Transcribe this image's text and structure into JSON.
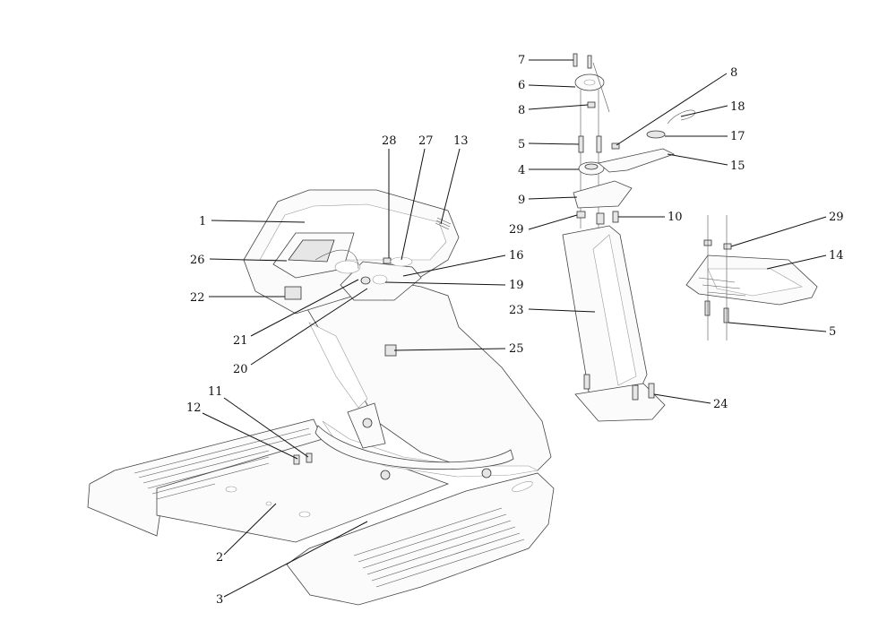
{
  "diagram": {
    "callouts": [
      {
        "label": "1"
      },
      {
        "label": "26"
      },
      {
        "label": "22"
      },
      {
        "label": "21"
      },
      {
        "label": "20"
      },
      {
        "label": "28"
      },
      {
        "label": "27"
      },
      {
        "label": "13"
      },
      {
        "label": "16"
      },
      {
        "label": "19"
      },
      {
        "label": "25"
      },
      {
        "label": "11"
      },
      {
        "label": "12"
      },
      {
        "label": "2"
      },
      {
        "label": "3"
      },
      {
        "label": "7"
      },
      {
        "label": "6"
      },
      {
        "label": "8"
      },
      {
        "label": "5"
      },
      {
        "label": "4"
      },
      {
        "label": "9"
      },
      {
        "label": "29"
      },
      {
        "label": "23"
      },
      {
        "label": "8"
      },
      {
        "label": "18"
      },
      {
        "label": "17"
      },
      {
        "label": "15"
      },
      {
        "label": "10"
      },
      {
        "label": "29"
      },
      {
        "label": "14"
      },
      {
        "label": "5"
      },
      {
        "label": "24"
      }
    ]
  }
}
